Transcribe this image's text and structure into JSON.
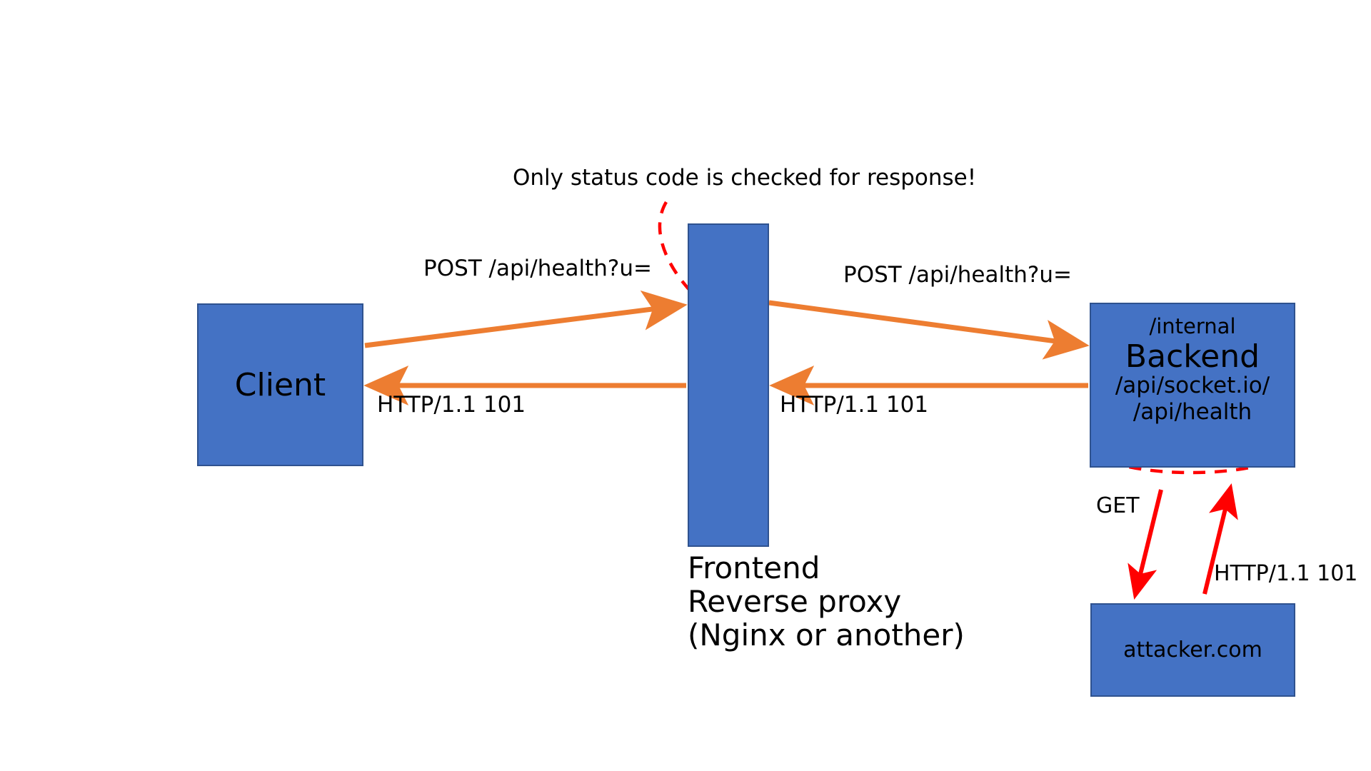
{
  "diagram": {
    "title_note": "Only status code is checked for response!",
    "colors": {
      "node_fill": "#4472C4",
      "node_border": "#2F528F",
      "request_arrow": "#ED7D31",
      "attack_arrow": "#FF0000",
      "highlight_dashed": "#FF0000",
      "text": "#000000",
      "background": "#FFFFFF"
    },
    "nodes": {
      "client": {
        "label": "Client"
      },
      "frontend": {
        "icon": "recycle-loop-icon",
        "caption_line1": "Frontend",
        "caption_line2": "Reverse proxy",
        "caption_line3": "(Nginx or another)"
      },
      "backend": {
        "internal": "/internal",
        "label": "Backend",
        "route_socket": "/api/socket.io/",
        "route_health": "/api/health"
      },
      "attacker": {
        "label": "attacker.com"
      }
    },
    "edges": {
      "client_to_frontend_request": "POST /api/health?u=",
      "frontend_to_backend_request": "POST /api/health?u=",
      "frontend_to_client_response": "HTTP/1.1 101",
      "backend_to_frontend_response": "HTTP/1.1 101",
      "backend_to_attacker_request": "GET",
      "attacker_to_backend_response": "HTTP/1.1 101"
    }
  }
}
